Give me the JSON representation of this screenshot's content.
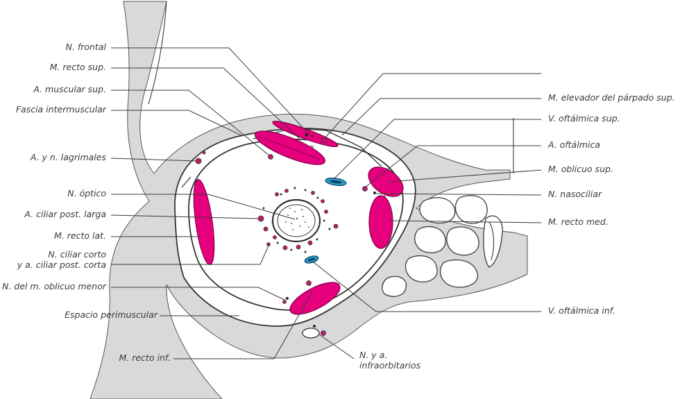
{
  "labels_left": {
    "n_frontal": "N. frontal",
    "m_recto_sup": "M. recto sup.",
    "a_muscular_sup": "A. muscular sup.",
    "fascia_intermuscular": "Fascia intermuscular",
    "a_n_lagrimales": "A. y n. lagrimales",
    "n_optico": "N. óptico",
    "a_ciliar_post_larga": "A. ciliar post. larga",
    "m_recto_lat": "M. recto lat.",
    "n_ciliar_corto_1": "N. ciliar corto",
    "n_ciliar_corto_2": "y a. ciliar post. corta",
    "n_m_oblicuo_menor": "N. del m. oblicuo menor",
    "espacio_perimuscular": "Espacio perimuscular",
    "m_recto_inf": "M. recto inf."
  },
  "labels_right": {
    "m_elevador": "M. elevador del párpado sup.",
    "v_oftalmica_sup": "V. oftálmica sup.",
    "a_oftalmica": "A. oftálmica",
    "m_oblicuo_sup": "M. oblicuo sup.",
    "n_nasociliar": "N. nasociliar",
    "m_recto_med": "M. recto med.",
    "v_oftalmica_inf": "V. oftálmica inf."
  },
  "labels_bottom": {
    "n_a_infraorbitarios_1": "N. y a.",
    "n_a_infraorbitarios_2": "infraorbitarios"
  },
  "colors": {
    "muscle": "#e6007e",
    "vein": "#2a9fd0",
    "bone": "#d9d9d9",
    "line": "#333333"
  }
}
